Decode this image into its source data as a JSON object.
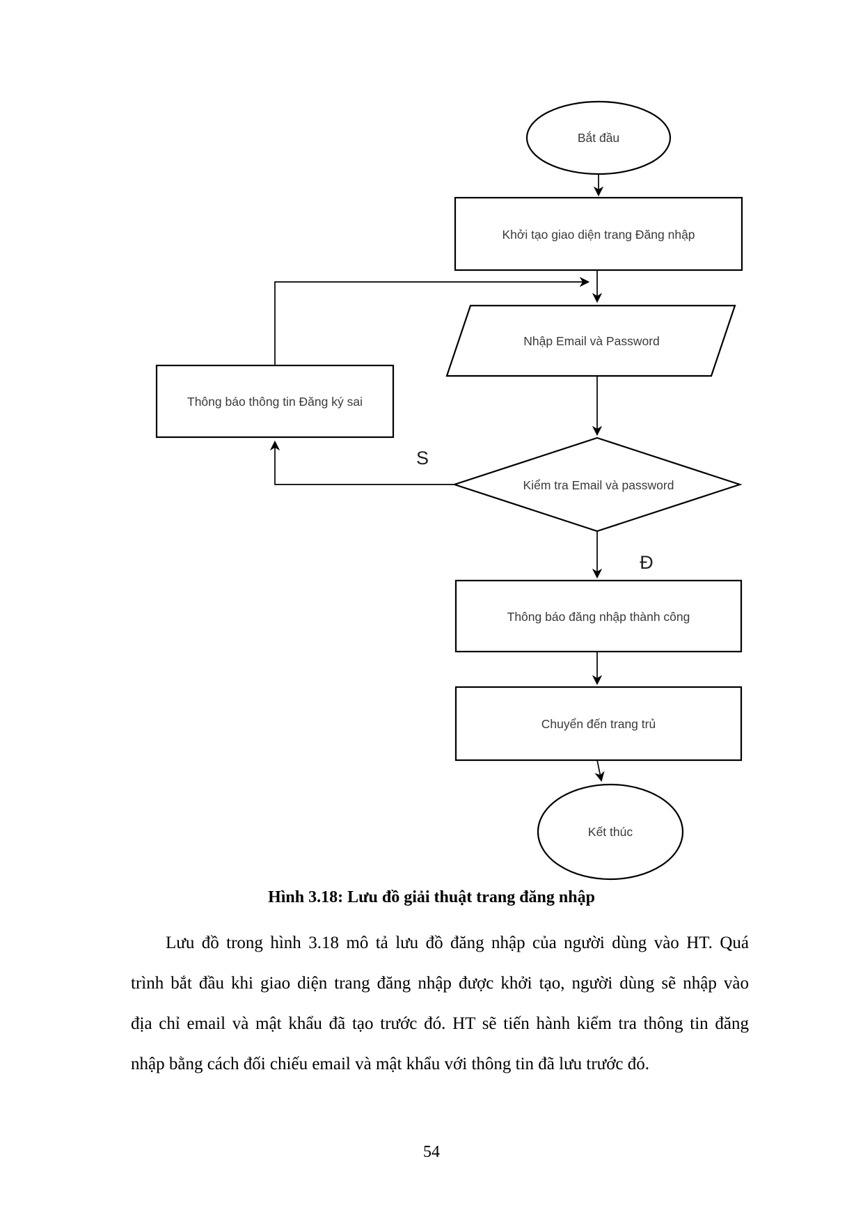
{
  "flowchart": {
    "nodes": {
      "start": "Bắt đầu",
      "init": "Khởi tạo giao diện trang Đăng nhập",
      "input": "Nhập Email và Password",
      "error": "Thông báo thông tin Đăng ký sai",
      "check": "Kiểm tra Email và password",
      "success": "Thông báo đăng nhập thành công",
      "redirect": "Chuyển đến trang trủ",
      "end": "Kết thúc"
    },
    "edge_labels": {
      "no": "S",
      "yes": "Đ"
    },
    "colors": {
      "stroke": "#000000",
      "fill": "#ffffff",
      "text": "#3a3a3a"
    }
  },
  "caption": "Hình 3.18: Lưu đồ giải thuật trang đăng nhập",
  "paragraph": {
    "lines": [
      "Lưu đồ trong hình 3.18 mô tả lưu đồ đăng nhập của người dùng vào HT. Quá",
      "trình bắt đầu khi giao diện trang đăng nhập được khởi tạo, người dùng sẽ nhập vào",
      "địa chỉ email và mật khẩu đã tạo trước đó. HT sẽ tiến hành kiểm tra thông tin đăng",
      "nhập bằng cách đối chiếu email và mật khẩu với thông tin đã lưu trước đó."
    ]
  },
  "page": {
    "number": "54"
  }
}
